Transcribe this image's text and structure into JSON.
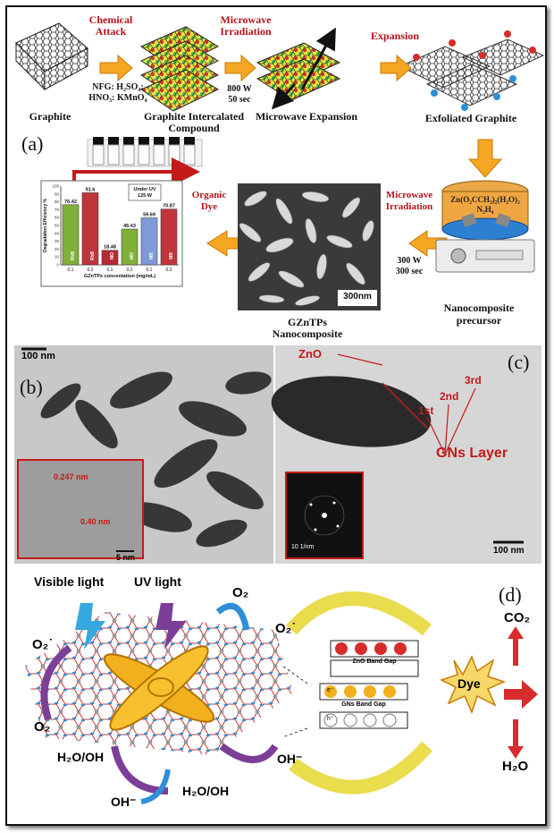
{
  "process": {
    "graphite": "Graphite",
    "chemical_attack": "Chemical\nAttack",
    "reagents_1": "NFG: H₂SO₄:",
    "reagents_2": "HNO₃: KMnO₄",
    "gic_1": "Graphite Intercalated",
    "gic_2": "Compound",
    "microwave_irradiation": "Microwave\nIrradiation",
    "power_1": "800 W",
    "time_1": "50 sec",
    "microwave_expansion": "Microwave Expansion",
    "expansion": "Expansion",
    "exfoliated": "Exfoliated Graphite",
    "microwave_irradiation_2": "Microwave\nIrradiation",
    "power_2": "300 W",
    "time_2": "300 sec",
    "precursor_formula_1": "Zn(O₂CCH₃)₂(H₂O)₂",
    "precursor_formula_2": "N₂H₄",
    "precursor_1": "Nanocomposite",
    "precursor_2": "precursor",
    "sem_scale": "300nm",
    "gzntps_1": "GZnTPs",
    "gzntps_2": "Nanocomposite",
    "organic_dye": "Organic\nDye"
  },
  "panels": {
    "a": "(a)",
    "b": "(b)",
    "c": "(c)",
    "d": "(d)"
  },
  "tem": {
    "scale_left": "100 nm",
    "scale_right": "100 nm",
    "scale_inset": "5 nm",
    "d1": "0.247 nm",
    "d2": "0.40 nm",
    "zno": "ZnO",
    "first": "1st",
    "second": "2nd",
    "third": "3rd",
    "gns": "GNs Layer",
    "saed": "10 1/nm"
  },
  "mechanism": {
    "visible": "Visible light",
    "uv": "UV light",
    "o2_top": "O₂",
    "o2_rad_left": "O₂˙",
    "o2_rad_right": "O₂˙",
    "o2_left": "O₂",
    "h2o_left": "H₂O/OH",
    "oh_bottom": "OH⁻",
    "h2o_bottom": "H₂O/OH",
    "oh_right": "OH⁻",
    "zno_gap": "ZnO Band Gap",
    "gns_gap": "GNs Band Gap",
    "electron": "e⁻",
    "hole": "h⁺",
    "dye": "Dye",
    "co2": "CO₂",
    "h2o": "H₂O"
  },
  "chart_data": {
    "type": "bar",
    "ylabel": "Degradation Efficiency %",
    "xlabel": "GZnTPs concentation (mg/mL)",
    "annotation": "Under UV\n125 W",
    "categories": [
      "0.1",
      "0.2",
      "0.1",
      "0.2",
      "0.1",
      "0.2"
    ],
    "dyes": [
      "RhB",
      "RhB",
      "MO",
      "MO",
      "MB",
      "MB"
    ],
    "values": [
      76.42,
      91.6,
      18.48,
      45.43,
      59.69,
      70.87
    ],
    "value_labels": [
      "76.42",
      "91.6",
      "18.48",
      "45.43",
      "59.69",
      "70.87"
    ],
    "colors": [
      "#7fb03a",
      "#c0353c",
      "#b52a34",
      "#7fb03a",
      "#7f9bd6",
      "#c0353c"
    ],
    "ylim": [
      0,
      100
    ],
    "yticks": [
      "0",
      "10",
      "20",
      "30",
      "40",
      "50",
      "60",
      "70",
      "80",
      "90",
      "100"
    ]
  }
}
